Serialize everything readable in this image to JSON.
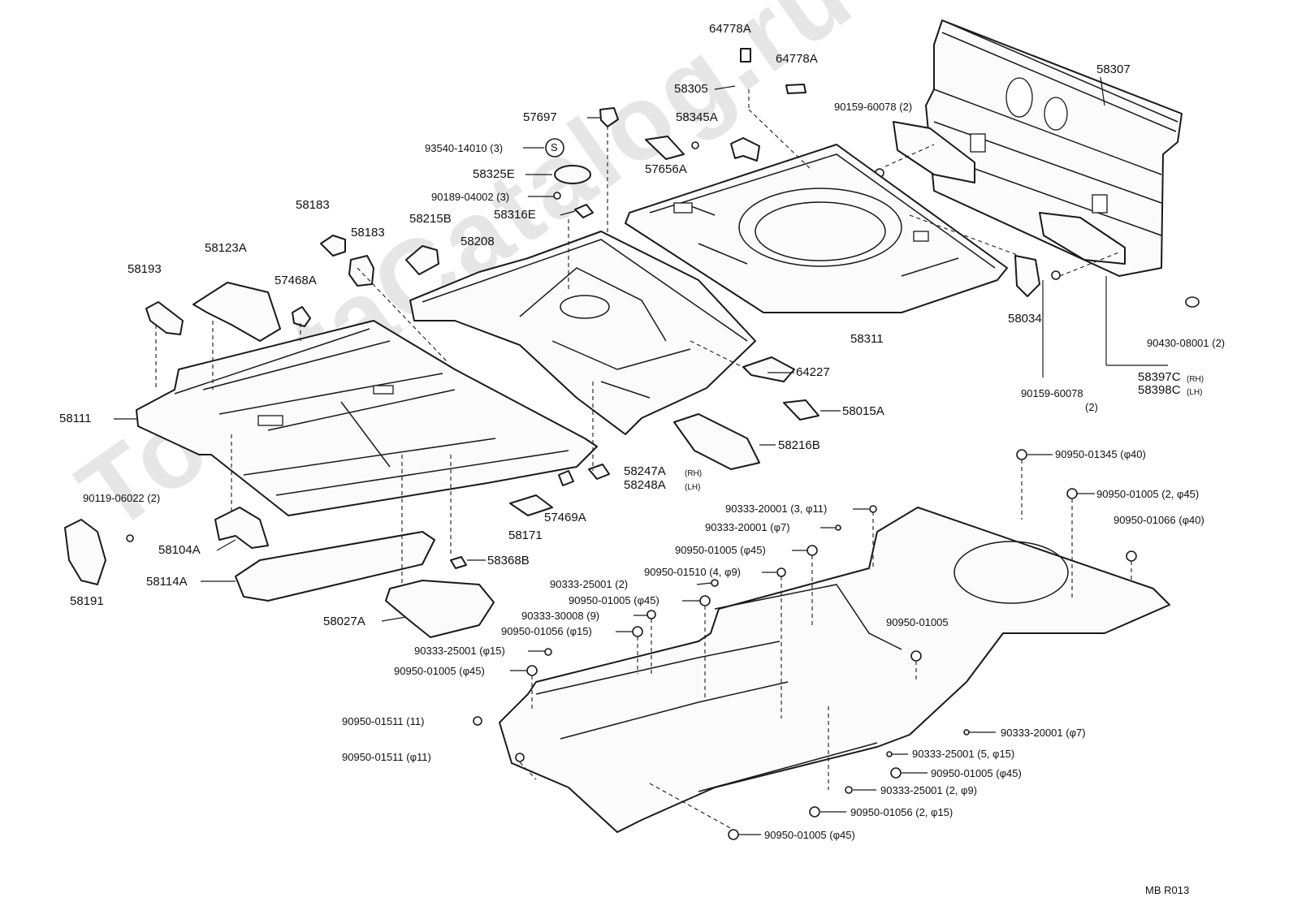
{
  "watermark": "ToyotaCatalog.ru",
  "diagram_code": "MB  R013",
  "labels": {
    "p64778A_1": "64778A",
    "p64778A_2": "64778A",
    "p58305": "58305",
    "p58307": "58307",
    "p90159_60078_top": "90159-60078 (2)",
    "p57697": "57697",
    "p58345A": "58345A",
    "p93540": "93540-14010 (3)",
    "p93540_badge": "S",
    "p58325E": "58325E",
    "p57656A": "57656A",
    "p90189": "90189-04002 (3)",
    "p58316E": "58316E",
    "p58183_1": "58183",
    "p58183_2": "58183",
    "p58215B": "58215B",
    "p58208": "58208",
    "p58123A": "58123A",
    "p58193": "58193",
    "p57468A": "57468A",
    "p58034": "58034",
    "p58311": "58311",
    "p90430": "90430-08001 (2)",
    "p64227": "64227",
    "p58397C": "58397C",
    "p58397C_side": "(RH)",
    "p58398C": "58398C",
    "p58398C_side": "(LH)",
    "p90159_60078_bot": "90159-60078",
    "p90159_60078_bot_qty": "(2)",
    "p58111": "58111",
    "p58015A": "58015A",
    "p58216B": "58216B",
    "p90950_01345": "90950-01345 (φ40)",
    "p58247A": "58247A",
    "p58247A_side": "(RH)",
    "p58248A": "58248A",
    "p58248A_side": "(LH)",
    "p90950_01005_a": "90950-01005 (2, φ45)",
    "p90119": "90119-06022 (2)",
    "p58171": "58171",
    "p57469A": "57469A",
    "p90333_20001_a": "90333-20001 (3, φ11)",
    "p90950_01066": "90950-01066 (φ40)",
    "p90333_20001_b": "90333-20001 (φ7)",
    "p58104A": "58104A",
    "p90950_01005_b": "90950-01005 (φ45)",
    "p58368B": "58368B",
    "p58191": "58191",
    "p58114A": "58114A",
    "p90950_01510": "90950-01510 (4, φ9)",
    "p90333_25001_a": "90333-25001 (2)",
    "p90950_01005_c": "90950-01005 (φ45)",
    "p90333_30008": "90333-30008 (9)",
    "p90950_01005_d": "90950-01005",
    "p58027A": "58027A",
    "p90950_01056_a": "90950-01056 (φ15)",
    "p90333_25001_b": "90333-25001 (φ15)",
    "p90950_01005_e": "90950-01005 (φ45)",
    "p90950_01511_a": "90950-01511 (11)",
    "p90333_20001_c": "90333-20001 (φ7)",
    "p90333_25001_c": "90333-25001 (5, φ15)",
    "p90950_01511_b": "90950-01511 (φ11)",
    "p90950_01005_f": "90950-01005 (φ45)",
    "p90333_25001_d": "90333-25001 (2, φ9)",
    "p90950_01056_b": "90950-01056 (2, φ15)",
    "p90950_01005_g": "90950-01005 (φ45)"
  }
}
